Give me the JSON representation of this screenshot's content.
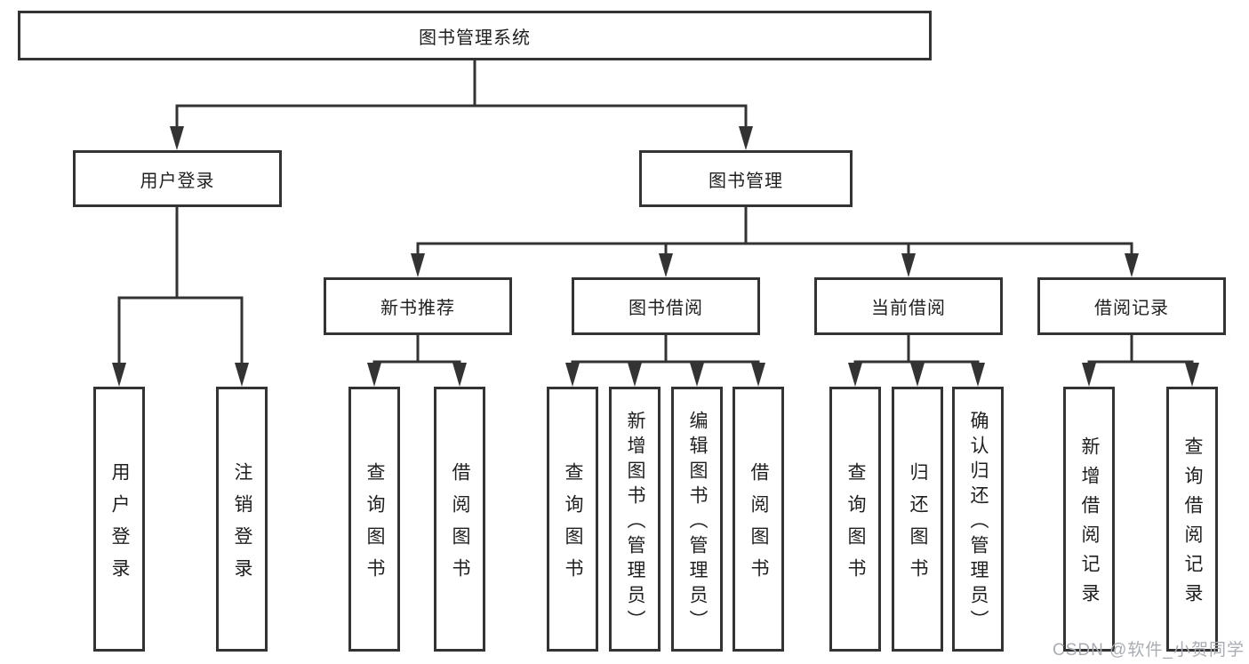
{
  "diagram": {
    "type": "tree",
    "root": {
      "label": "图书管理系统"
    },
    "level2": [
      {
        "id": "user_login",
        "label": "用户登录",
        "parent": "图书管理系统"
      },
      {
        "id": "book_mgmt",
        "label": "图书管理",
        "parent": "图书管理系统"
      }
    ],
    "level3": [
      {
        "id": "new_book_rec",
        "label": "新书推荐",
        "parent": "图书管理"
      },
      {
        "id": "book_borrow",
        "label": "图书借阅",
        "parent": "图书管理"
      },
      {
        "id": "current_borrow",
        "label": "当前借阅",
        "parent": "图书管理"
      },
      {
        "id": "borrow_records",
        "label": "借阅记录",
        "parent": "图书管理"
      }
    ],
    "leaves": [
      {
        "label": "用户登录",
        "parent": "用户登录"
      },
      {
        "label": "注销登录",
        "parent": "用户登录"
      },
      {
        "label": "查询图书",
        "parent": "新书推荐"
      },
      {
        "label": "借阅图书",
        "parent": "新书推荐"
      },
      {
        "label": "查询图书",
        "parent": "图书借阅"
      },
      {
        "label": "新增图书（管理员）",
        "parent": "图书借阅"
      },
      {
        "label": "编辑图书（管理员）",
        "parent": "图书借阅"
      },
      {
        "label": "借阅图书",
        "parent": "图书借阅"
      },
      {
        "label": "查询图书",
        "parent": "当前借阅"
      },
      {
        "label": "归还图书",
        "parent": "当前借阅"
      },
      {
        "label": "确认归还（管理员）",
        "parent": "当前借阅"
      },
      {
        "label": "新增借阅记录",
        "parent": "借阅记录"
      },
      {
        "label": "查询借阅记录",
        "parent": "借阅记录"
      }
    ]
  },
  "watermark": "CSDN @软件_小贺同学",
  "colors": {
    "line": "#333333",
    "box_border": "#333333",
    "text": "#1f1f1f",
    "watermark": "#a9adb3",
    "background": "#ffffff"
  }
}
